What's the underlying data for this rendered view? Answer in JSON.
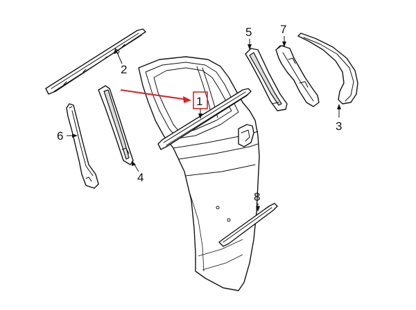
{
  "diagram": {
    "callouts": [
      {
        "id": "1",
        "label": "1",
        "highlighted": true
      },
      {
        "id": "2",
        "label": "2"
      },
      {
        "id": "3",
        "label": "3"
      },
      {
        "id": "4",
        "label": "4"
      },
      {
        "id": "5",
        "label": "5"
      },
      {
        "id": "6",
        "label": "6"
      },
      {
        "id": "7",
        "label": "7"
      },
      {
        "id": "8",
        "label": "8"
      }
    ]
  },
  "colors": {
    "highlight": "#e02020",
    "line": "#111111",
    "background": "#ffffff"
  }
}
